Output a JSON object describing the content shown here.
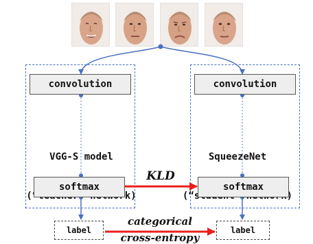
{
  "faces": [
    {
      "expression": "happy"
    },
    {
      "expression": "neutral"
    },
    {
      "expression": "sad"
    },
    {
      "expression": "neutral-slight"
    }
  ],
  "teacher": {
    "conv_label": "convolution",
    "name_line1": "VGG-S model",
    "name_line2": "(“teacher” network)",
    "softmax_label": "softmax",
    "out_label": "label"
  },
  "student": {
    "conv_label": "convolution",
    "name_line1": "SqueezeNet",
    "name_line2": "(“student” network)",
    "softmax_label": "softmax",
    "out_label": "label"
  },
  "edges": {
    "kld": "KLD",
    "ce_line1": "categorical",
    "ce_line2": "cross-entropy"
  },
  "colors": {
    "flow_blue": "#4a6fbf",
    "loss_red": "#e8201c",
    "node_fill": "#eeeeee"
  }
}
